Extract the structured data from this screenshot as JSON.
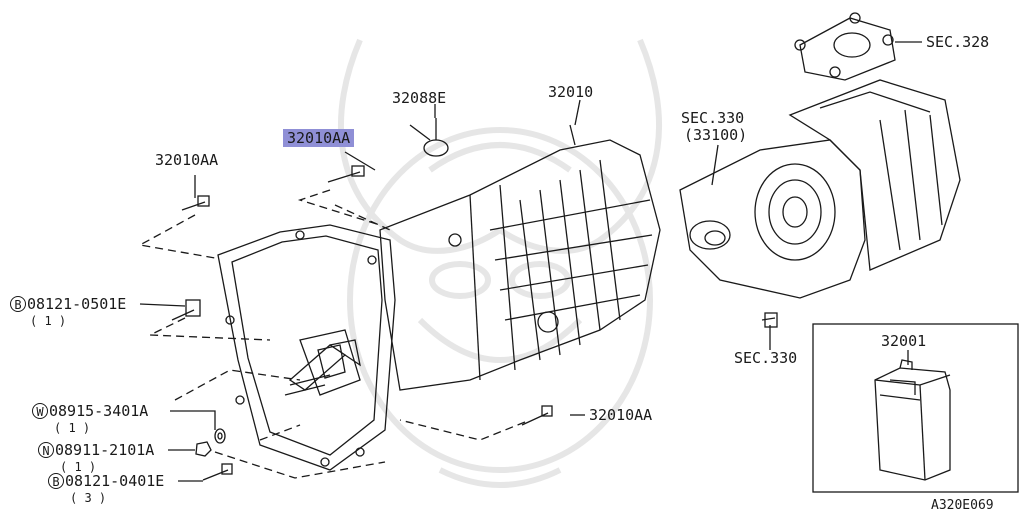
{
  "labels": {
    "part_32010": "32010",
    "part_32088E": "32088E",
    "part_32010AA_selected": "32010AA",
    "part_32010AA_left": "32010AA",
    "part_32010AA_lower": "32010AA",
    "sec_328": "SEC.328",
    "sec_330_top": "SEC.330",
    "sec_330_sub": "(33100)",
    "sec_330_bottom": "SEC.330",
    "part_32001": "32001",
    "diagram_code": "A320E069"
  },
  "fasteners": [
    {
      "prefix": "B",
      "part": "08121-0501E",
      "qty": "( 1 )"
    },
    {
      "prefix": "W",
      "part": "08915-3401A",
      "qty": "( 1 )"
    },
    {
      "prefix": "N",
      "part": "08911-2101A",
      "qty": "( 1 )"
    },
    {
      "prefix": "B",
      "part": "08121-0401E",
      "qty": "( 3 )"
    }
  ],
  "colors": {
    "highlight": "#8f8fd6",
    "line": "#1a1a1a",
    "watermark": "#e6e6e6"
  },
  "icons": [
    "watermark-crest",
    "bolt-icon",
    "washer-icon",
    "nut-icon",
    "oil-can-icon"
  ]
}
